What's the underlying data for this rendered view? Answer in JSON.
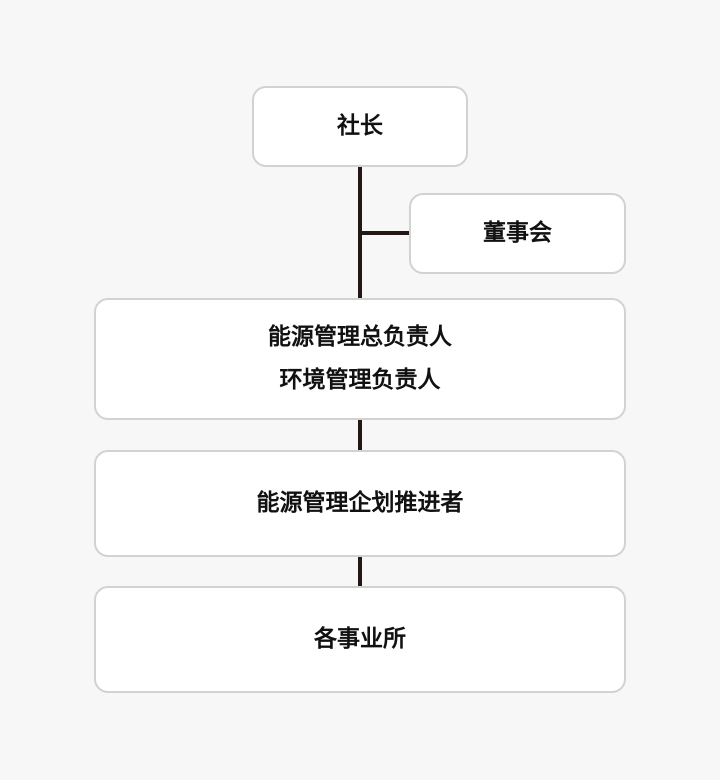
{
  "nodes": {
    "president": "社长",
    "board": "董事会",
    "energy_env_managers": {
      "line1": "能源管理总负责人",
      "line2": "环境管理负责人"
    },
    "planning_promoter": "能源管理企划推进者",
    "business_sites": "各事业所"
  },
  "colors": {
    "connector": "#231815",
    "box_border": "#d2d2d2",
    "box_fill": "#ffffff",
    "background": "#f7f7f7"
  }
}
